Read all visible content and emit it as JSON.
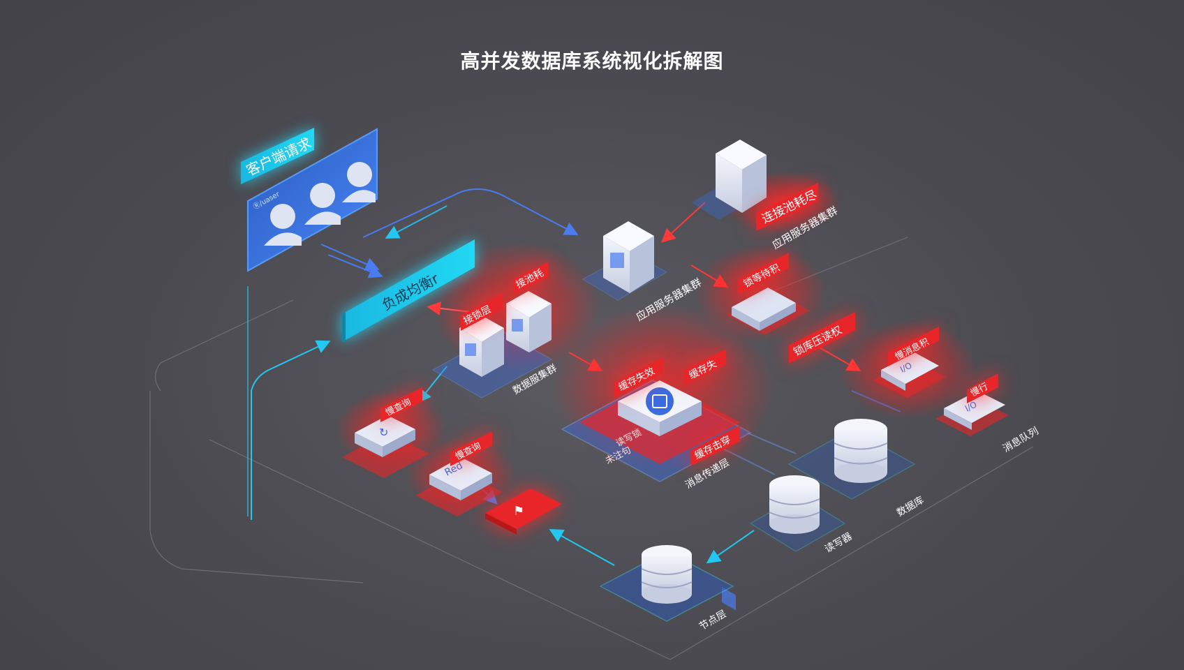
{
  "title": "高并发数据库系统视化拆解图",
  "colors": {
    "background": "#4a4a50",
    "accent_red": "#e8262a",
    "accent_cyan": "#18c8e8",
    "accent_blue": "#3a7cf0",
    "node_white": "#e8ecf6"
  },
  "nodes": {
    "client": {
      "label": "客户端请求",
      "panel_text": "Ⓡ/uaser"
    },
    "load_balancer": {
      "label": "负成均衡r"
    },
    "app_cluster_top": {
      "tag": "连接池耗尽",
      "label": "应用服务器集群"
    },
    "app_cluster_mid": {
      "label": "应用服务器集群"
    },
    "db_cluster": {
      "tag_a": "接池耗",
      "tag_b": "接锁层",
      "label": "数据服集群"
    },
    "lock_wait": {
      "tag": "锁等待积"
    },
    "lock_wait2": {
      "tag": "锁库压读权"
    },
    "cache_core": {
      "tag_a": "缓存失效",
      "tag_b": "缓存失",
      "tag_c": "缓存击穿",
      "tag_d": "读写锁",
      "tag_e": "未注句",
      "label": "消息传递层"
    },
    "io_a": {
      "tag": "慢消息积",
      "glyph": "I/O"
    },
    "io_b": {
      "tag": "慢行",
      "glyph": "I/O"
    },
    "mq_label": "消息队列",
    "cache_a": {
      "tag": "慢查询"
    },
    "redis": {
      "tag": "慢查询",
      "glyph": "Red"
    },
    "db_right": {
      "label": "数据库"
    },
    "db_middle": {
      "label": "读写器"
    },
    "db_bottom": {
      "label": "节点层"
    }
  }
}
